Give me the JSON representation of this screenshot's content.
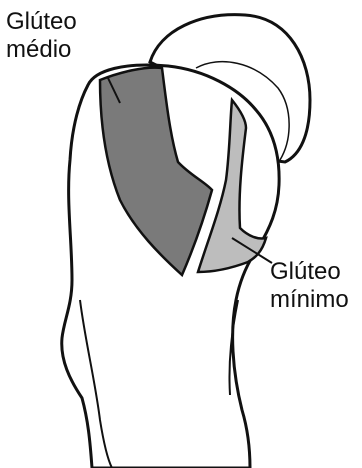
{
  "labels": {
    "gluteus_medius": [
      "Glúteo",
      "médio"
    ],
    "gluteus_minimus": [
      "Glúteo",
      "mínimo"
    ]
  },
  "colors": {
    "outline": "#111111",
    "bone": "#ffffff",
    "gluteus_medius_fill": "#7a7a7a",
    "gluteus_minimus_fill": "#bdbdbd"
  }
}
